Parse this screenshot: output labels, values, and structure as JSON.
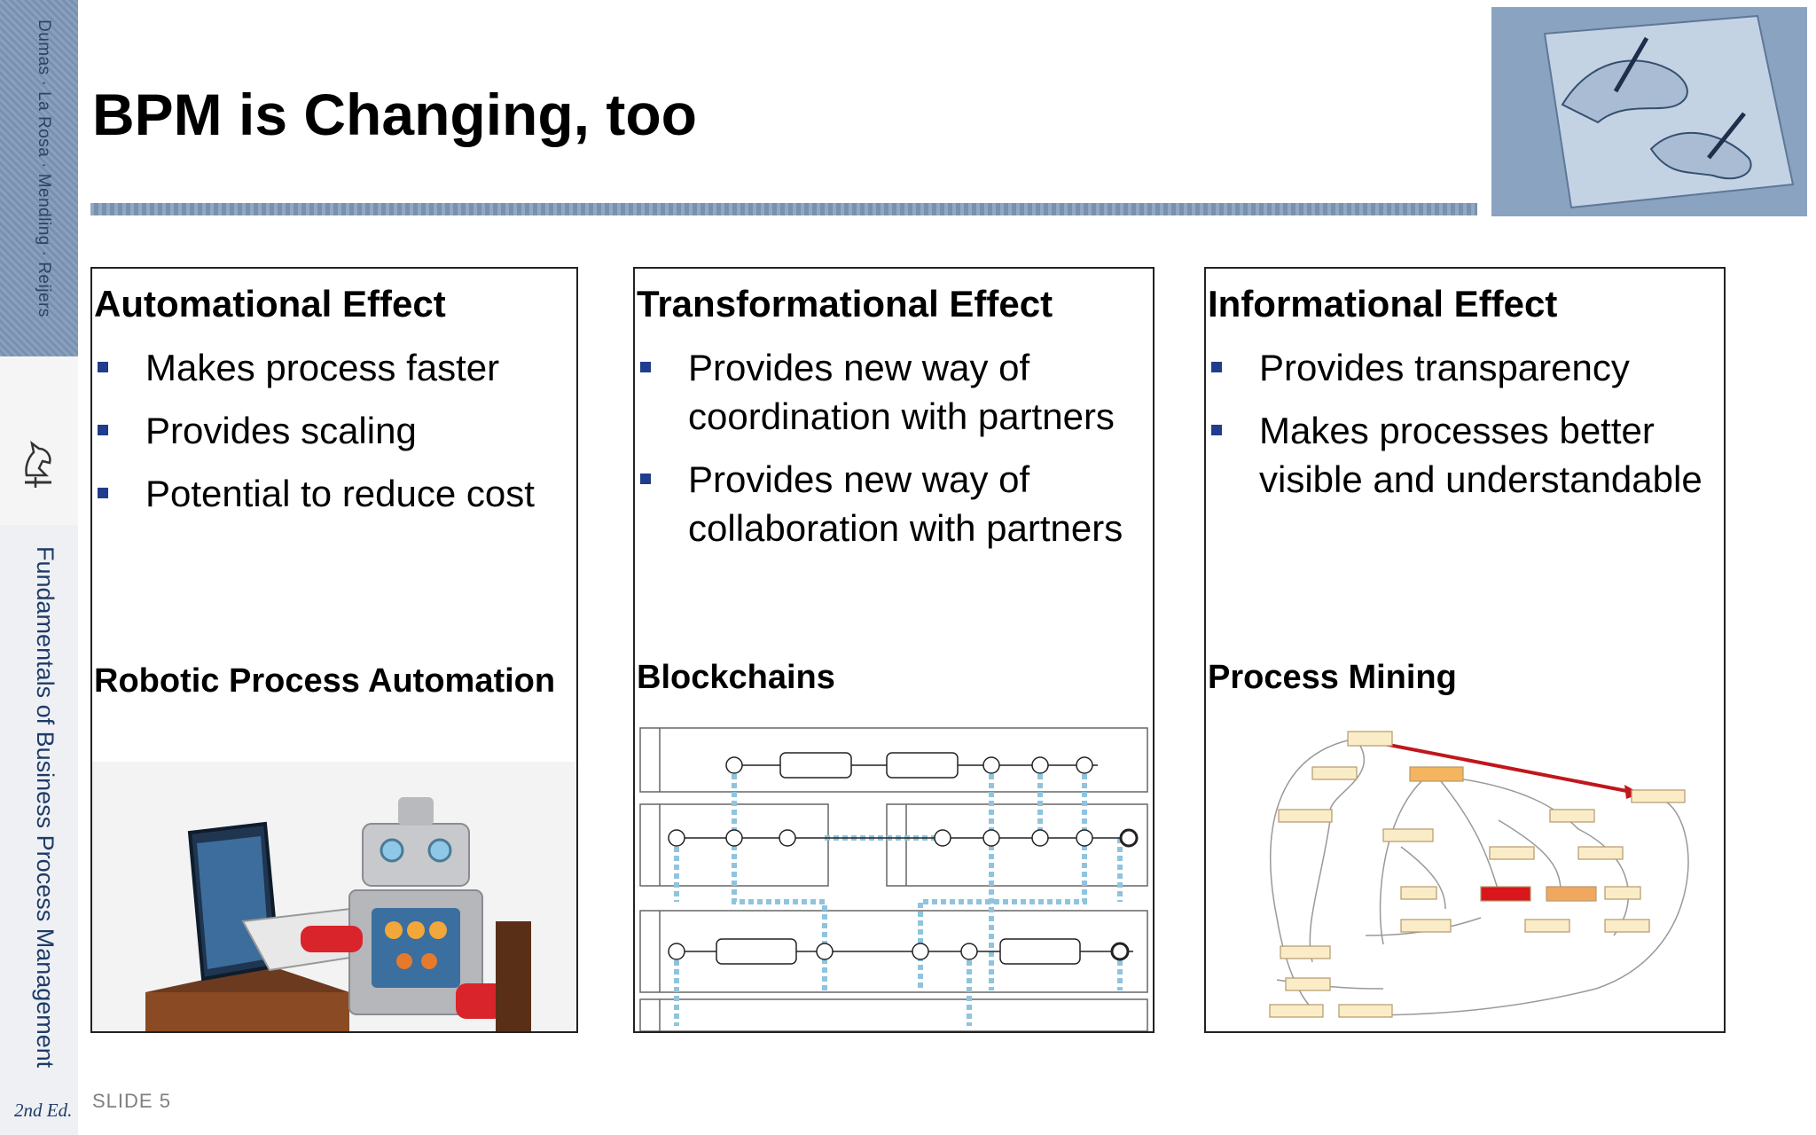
{
  "sidebar": {
    "authors": "Dumas · La Rosa · Mendling · Reijers",
    "book_title": "Fundamentals of Business Process Management",
    "edition": "2nd Ed."
  },
  "slide": {
    "title": "BPM is Changing, too",
    "number_label": "SLIDE 5"
  },
  "columns": [
    {
      "heading": "Automational Effect",
      "bullets": [
        "Makes process faster",
        "Provides scaling",
        "Potential to reduce cost"
      ],
      "subheading": "Robotic Process Automation",
      "image": "robot-at-computer"
    },
    {
      "heading": "Transformational Effect",
      "bullets": [
        "Provides new way of coordination with partners",
        "Provides new way of collaboration with partners"
      ],
      "subheading": "Blockchains",
      "image": "bpmn-collaboration-diagram"
    },
    {
      "heading": "Informational Effect",
      "bullets": [
        "Provides transparency",
        "Makes processes better visible and understandable"
      ],
      "subheading": "Process Mining",
      "image": "process-mining-graph"
    }
  ],
  "colors": {
    "accent_blue": "#7f99b8",
    "bullet_blue": "#1f3d8c",
    "sidebar_text": "#1e3b66"
  }
}
